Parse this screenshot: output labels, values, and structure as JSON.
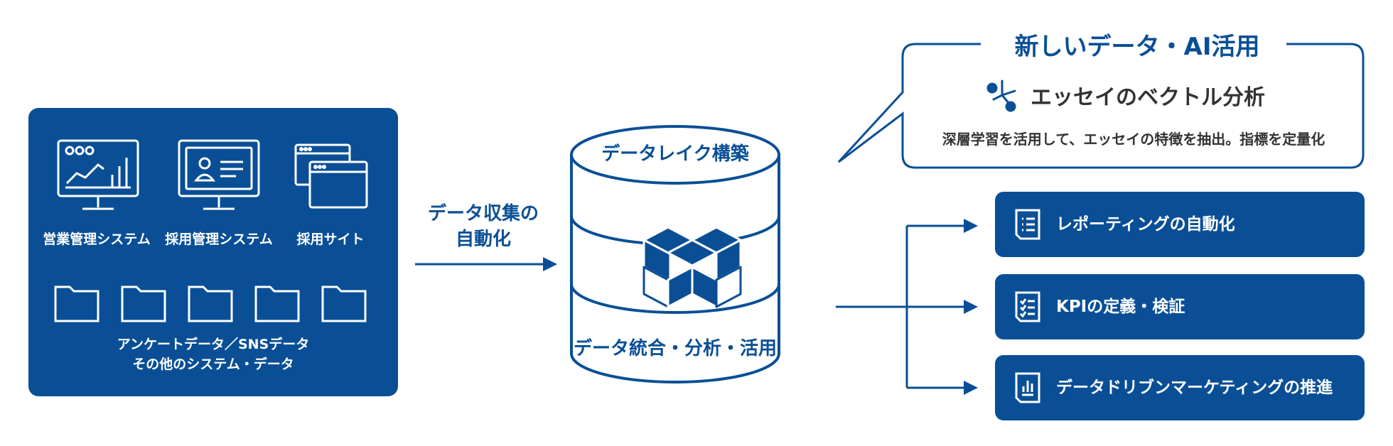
{
  "sources": {
    "systems": [
      {
        "label": "営業管理システム",
        "icon": "dashboard-monitor-icon"
      },
      {
        "label": "採用管理システム",
        "icon": "profile-monitor-icon"
      },
      {
        "label": "採用サイト",
        "icon": "browser-windows-icon"
      }
    ],
    "folders_count_icon": "folder-icon",
    "other_line1": "アンケートデータ／SNSデータ",
    "other_line2": "その他のシステム・データ"
  },
  "arrow_label_line1": "データ収集の",
  "arrow_label_line2": "自動化",
  "datalake": {
    "top_label": "データレイク構築",
    "bottom_label": "データ統合・分析・活用",
    "icon": "cubes-logo-icon"
  },
  "callout": {
    "title": "新しいデータ・AI活用",
    "heading": "エッセイのベクトル分析",
    "heading_icon": "vector-nodes-icon",
    "description": "深層学習を活用して、エッセイの特徴を抽出。指標を定量化"
  },
  "outputs": [
    {
      "label": "レポーティングの自動化",
      "icon": "report-list-icon"
    },
    {
      "label": "KPIの定義・検証",
      "icon": "checklist-icon"
    },
    {
      "label": "データドリブンマーケティングの推進",
      "icon": "bar-chart-doc-icon"
    }
  ],
  "colors": {
    "primary": "#0a4f96",
    "background": "#ffffff"
  }
}
